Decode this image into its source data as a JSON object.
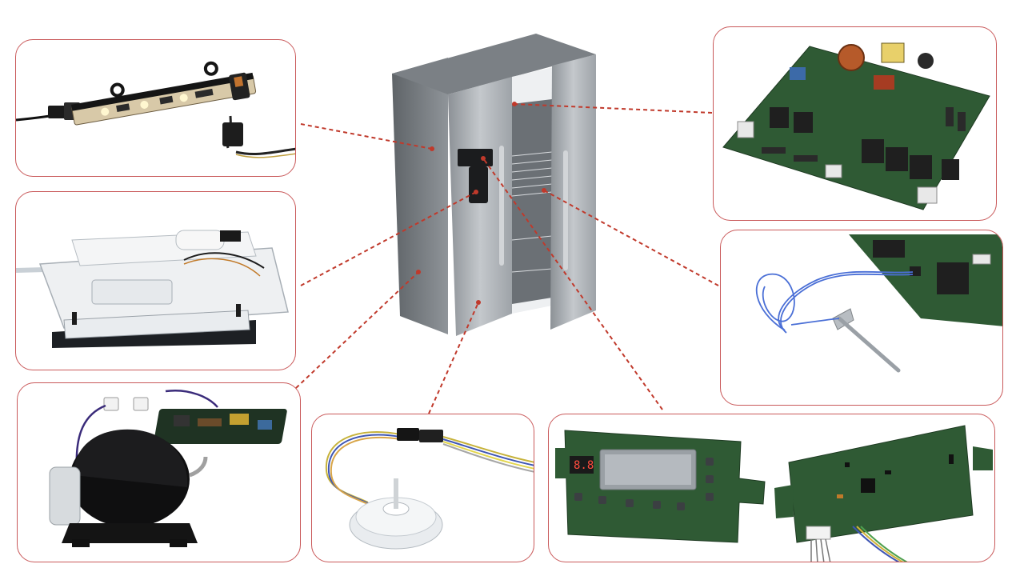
{
  "components": [
    {
      "id": "led-light-bar",
      "kind": "LED light bar with connector"
    },
    {
      "id": "ice-maker",
      "kind": "Ice maker assembly"
    },
    {
      "id": "compressor",
      "kind": "Compressor with controller board"
    },
    {
      "id": "fan-motor",
      "kind": "Fan motor with wire harness"
    },
    {
      "id": "display-board",
      "kind": "User display / control board"
    },
    {
      "id": "main-control-board",
      "kind": "Main control PCB"
    },
    {
      "id": "temperature-sensor",
      "kind": "Temperature sensor probe"
    }
  ],
  "display": {
    "digits": "8.8"
  },
  "colors": {
    "callout_line": "#c0392b",
    "panel_border": "#c9595a",
    "pcb_green": "#2f5a34",
    "fridge_steel": "#a9adb1"
  }
}
